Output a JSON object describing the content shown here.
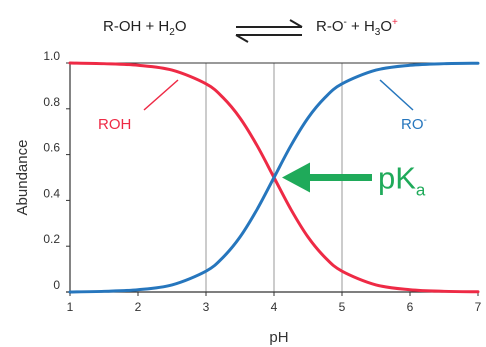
{
  "equation": {
    "left": "R-OH + H",
    "left_sub": "2",
    "left_end": "O",
    "right_a": "R-O",
    "right_a_sup": "-",
    "right_b": " + H",
    "right_b_sub": "3",
    "right_b_end": "O",
    "right_b_sup": "+"
  },
  "chart_data": {
    "type": "line",
    "title": "",
    "xlabel": "pH",
    "ylabel": "Abundance",
    "xlim": [
      1,
      7
    ],
    "ylim": [
      0,
      1.0
    ],
    "xticks": [
      "1",
      "2",
      "3",
      "4",
      "5",
      "6",
      "7"
    ],
    "yticks": [
      "0",
      "0.2",
      "0.4",
      "0.6",
      "0.8",
      "1.0"
    ],
    "vertical_gridlines_at": [
      3,
      4,
      5
    ],
    "pKa": 4,
    "series": [
      {
        "name": "ROH",
        "color": "#ee2a45",
        "x": [
          1,
          1.5,
          2,
          2.5,
          3,
          3.25,
          3.5,
          3.75,
          4,
          4.25,
          4.5,
          4.75,
          5,
          5.5,
          6,
          6.5,
          7
        ],
        "y": [
          1.0,
          0.997,
          0.99,
          0.969,
          0.909,
          0.849,
          0.76,
          0.64,
          0.5,
          0.36,
          0.24,
          0.151,
          0.091,
          0.031,
          0.01,
          0.003,
          0.001
        ]
      },
      {
        "name": "RO",
        "name_sup": "-",
        "color": "#2676bd",
        "x": [
          1,
          1.5,
          2,
          2.5,
          3,
          3.25,
          3.5,
          3.75,
          4,
          4.25,
          4.5,
          4.75,
          5,
          5.5,
          6,
          6.5,
          7
        ],
        "y": [
          0.0,
          0.003,
          0.01,
          0.031,
          0.091,
          0.151,
          0.24,
          0.36,
          0.5,
          0.64,
          0.76,
          0.849,
          0.909,
          0.969,
          0.99,
          0.997,
          0.999
        ]
      }
    ],
    "annotation": {
      "text": "pK",
      "sub": "a",
      "color": "#1faa5a"
    },
    "grid_color": "#9a9a9a"
  }
}
